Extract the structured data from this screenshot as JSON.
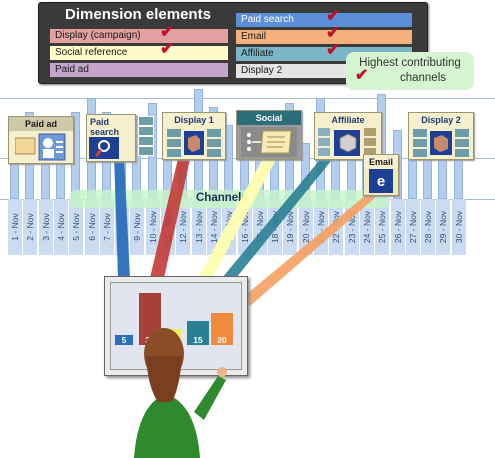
{
  "legend": {
    "title": "Dimension elements",
    "items": [
      {
        "label": "Display (campaign)",
        "bg": "#e3a0a0",
        "checked": true
      },
      {
        "label": "Social reference",
        "bg": "#fffac8",
        "checked": true
      },
      {
        "label": "Paid ad",
        "bg": "#c4a6cc",
        "checked": false
      },
      {
        "label": "Paid search",
        "bg": "#5b8fd8",
        "checked": true
      },
      {
        "label": "Email",
        "bg": "#f6b07c",
        "checked": true
      },
      {
        "label": "Affiliate",
        "bg": "#7ab6c6",
        "checked": true
      },
      {
        "label": "Display 2",
        "bg": "#e5e5e5",
        "checked": false
      }
    ]
  },
  "callout": {
    "line1": "Highest contributing",
    "line2": "channels"
  },
  "channels_label": "Channels",
  "dates": [
    "1 - Nov",
    "2 - Nov",
    "3 - Nov",
    "4 - Nov",
    "5 - Nov",
    "6 - Nov",
    "7 - Nov",
    "8 - Nov",
    "9 - Nov",
    "10 - Nov",
    "11 - Nov",
    "12 - Nov",
    "13 - Nov",
    "14 - Nov",
    "15 - Nov",
    "16 - Nov",
    "17 - Nov",
    "18 - Nov",
    "19 - Nov",
    "20 - Nov",
    "21 - Nov",
    "22 - Nov",
    "23 - Nov",
    "24 - Nov",
    "25 - Nov",
    "26 - Nov",
    "27 - Nov",
    "28 - Nov",
    "29 - Nov",
    "30 - Nov"
  ],
  "strip_levels": [
    0.6,
    0.75,
    0.6,
    0.45,
    0.75,
    0.9,
    0.75,
    0.55,
    0.7,
    0.85,
    0.5,
    0.35,
    1.0,
    0.8,
    0.6,
    0.45,
    0.55,
    0.7,
    0.85,
    0.4,
    0.9,
    0.75,
    0.65,
    0.3,
    0.95,
    0.55,
    0.7,
    0.45,
    0.65,
    0.35
  ],
  "cards": [
    {
      "title": "Paid ad",
      "title_bg": "#cfc9a9",
      "title_color": "#1a1a1a",
      "icon": "paid-ad-card-icon"
    },
    {
      "title": "Paid search",
      "title_bg": "#f6f0cf",
      "title_color": "#1e3a6e",
      "icon": "magnifier-icon"
    },
    {
      "title": "Display 1",
      "title_bg": "#f6f0cf",
      "title_color": "#1e3a6e",
      "icon": "display-card-icon"
    },
    {
      "title": "Social",
      "title_bg": "#2c6d7a",
      "title_color": "#ffffff",
      "icon": "social-scroll-icon"
    },
    {
      "title": "Affiliate",
      "title_bg": "#f6f0cf",
      "title_color": "#1e3a6e",
      "icon": "affiliate-cube-icon"
    },
    {
      "title": "Email",
      "title_bg": "#f6f0cf",
      "title_color": "#1a1a1a",
      "icon": "email-e-icon"
    },
    {
      "title": "Display 2",
      "title_bg": "#f6f0cf",
      "title_color": "#1e3a6e",
      "icon": "display-card-icon"
    }
  ],
  "screen_chart": {
    "values": [
      5,
      33,
      10,
      15,
      20
    ],
    "labels": [
      "5",
      "33",
      "10",
      "15",
      "20"
    ],
    "colors": [
      "#2a6ebc",
      "#a8403a",
      "#ecec60",
      "#2a7f93",
      "#f08a3c"
    ]
  },
  "beam_colors": {
    "paid_search": "#2a6ebc",
    "display_1": "#c23a36",
    "social": "#ffffb0",
    "affiliate": "#2a7f93",
    "email": "#f5a060"
  },
  "check_symbol": "✔"
}
